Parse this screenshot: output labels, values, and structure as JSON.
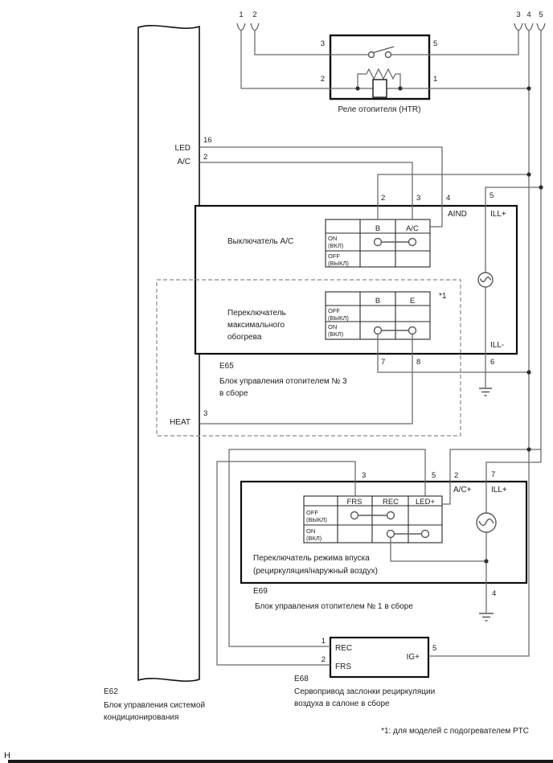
{
  "page": {
    "marker": "H",
    "footnote": "*1: для моделей с подогревателем PTC",
    "note_flag": "*1"
  },
  "top_connectors": {
    "n1": "1",
    "n2": "2",
    "n3": "3",
    "n4": "4",
    "n5": "5"
  },
  "relay": {
    "label": "Реле отопителя (HTR)",
    "pin3": "3",
    "pin5": "5",
    "pin2": "2",
    "pin1": "1"
  },
  "e62": {
    "id": "E62",
    "name1": "Блок управления системой",
    "name2": "кондиционирования",
    "pin_led_num": "16",
    "pin_led": "LED",
    "pin_ac_num": "2",
    "pin_ac": "A/C",
    "pin_heat_num": "3",
    "pin_heat": "HEAT"
  },
  "e65": {
    "id": "E65",
    "name1": "Блок управления отопителем № 3",
    "name2": "в сборе",
    "pin_top2": "2",
    "pin_top3": "3",
    "pin_top4": "4",
    "pin_top5": "5",
    "pin7": "7",
    "pin8": "8",
    "pin6": "6",
    "aind": "AIND",
    "ill_plus": "ILL+",
    "ill_minus": "ILL-",
    "ac_switch": {
      "label": "Выключатель A/C",
      "col_b": "B",
      "col_ac": "A/C",
      "on": "ON",
      "on_ru": "(ВКЛ)",
      "off": "OFF",
      "off_ru": "(ВЫКЛ)"
    },
    "mh_switch": {
      "l1": "Переключатель",
      "l2": "максимального",
      "l3": "обогрева",
      "col_b": "B",
      "col_e": "E",
      "off": "OFF",
      "off_ru": "(ВЫКЛ)",
      "on": "ON",
      "on_ru": "(ВКЛ)"
    }
  },
  "e69": {
    "id": "E69",
    "name": "Блок управления отопителем № 1 в сборе",
    "pin3": "3",
    "pin5": "5",
    "pin2": "2",
    "pin7": "7",
    "pin4": "4",
    "acp": "A/C+",
    "illp": "ILL+",
    "switch": {
      "l1": "Переключатель режима впуска",
      "l2": "(рециркуляция/наружный воздух)",
      "col_frs": "FRS",
      "col_rec": "REC",
      "col_led": "LED+",
      "off": "OFF",
      "off_ru": "(ВЫКЛ)",
      "on": "ON",
      "on_ru": "(ВКЛ)"
    }
  },
  "e68": {
    "id": "E68",
    "name1": "Сервопривод заслонки рециркуляции",
    "name2": "воздуха в салоне в сборе",
    "pin1": "1",
    "pin2": "2",
    "pin5": "5",
    "rec": "REC",
    "frs": "FRS",
    "ig": "IG+"
  }
}
